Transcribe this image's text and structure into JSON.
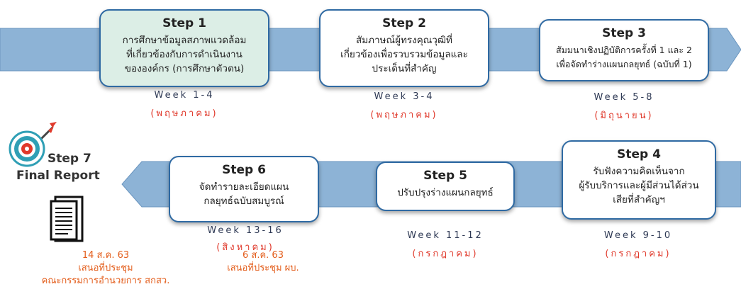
{
  "colors": {
    "band": "#8db3d6",
    "band_edge": "#6a95bf",
    "box_border": "#2f6aa3",
    "accent_red": "#e0392b",
    "note_orange": "#e35d1b"
  },
  "steps": [
    {
      "title": "Step 1",
      "desc": "การศึกษาข้อมูลสภาพแวดล้อม\nที่เกี่ยวข้องกับการดำเนินงาน\nขององค์กร (การศึกษาตัวตน)",
      "week": "Week 1-4",
      "month": "(พฤษภาคม)"
    },
    {
      "title": "Step 2",
      "desc": "สัมภาษณ์ผู้ทรงคุณวุฒิที่\nเกี่ยวข้องเพื่อรวบรวมข้อมูลและ\nประเด็นที่สำคัญ",
      "week": "Week 3-4",
      "month": "(พฤษภาคม)"
    },
    {
      "title": "Step 3",
      "desc": "สัมมนาเชิงปฏิบัติการครั้งที่ 1 และ 2\nเพื่อจัดทำร่างแผนกลยุทธ์ (ฉบับที่ 1)",
      "week": "Week 5-8",
      "month": "(มิถุนายน)"
    },
    {
      "title": "Step 4",
      "desc": "รับฟังความคิดเห็นจาก\nผู้รับบริการและผู้มีส่วนได้ส่วน\nเสียที่สำคัญฯ",
      "week": "Week 9-10",
      "month": "(กรกฎาคม)"
    },
    {
      "title": "Step 5",
      "desc": "ปรับปรุงร่างแผนกลยุทธ์",
      "week": "Week 11-12",
      "month": "(กรกฎาคม)"
    },
    {
      "title": "Step 6",
      "desc": "จัดทำรายละเอียดแผน\nกลยุทธ์ฉบับสมบูรณ์",
      "week": "Week 13-16",
      "month": "(สิงหาคม)"
    }
  ],
  "final": {
    "title_line1": "Step 7",
    "title_line2": "Final Report",
    "target_icon": "target-dart-icon",
    "doc_icon": "document-icon"
  },
  "notes": [
    {
      "text": "14 ส.ค. 63\nเสนอที่ประชุม\nคณะกรรมการอำนวยการ สกสว."
    },
    {
      "text": "6 ส.ค. 63\nเสนอที่ประชุม ผบ."
    }
  ]
}
